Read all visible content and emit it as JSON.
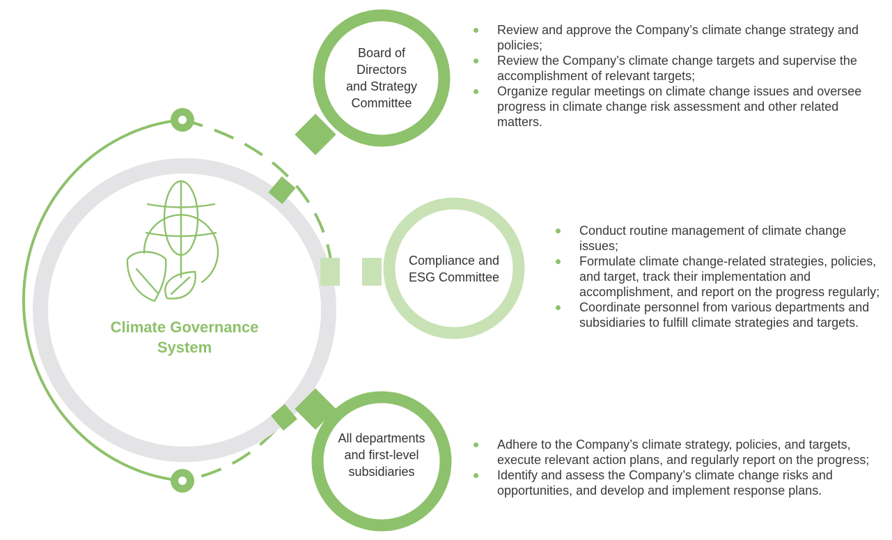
{
  "colors": {
    "accent": "#8dc16b",
    "accent_light": "#c9e2b5",
    "ring_gray": "#e4e4e6"
  },
  "icons": [
    "globe-leaf-icon"
  ],
  "center": {
    "title_line1": "Climate Governance",
    "title_line2": "System"
  },
  "nodes": [
    {
      "id": "board",
      "label_lines": [
        "Board of",
        "Directors",
        "and Strategy",
        "Committee"
      ],
      "bullets": [
        "Review and approve the Company’s climate change strategy and policies;",
        "Review the Company’s climate change targets and supervise the accomplishment of relevant targets;",
        "Organize regular meetings on climate change issues and oversee progress in climate change risk assessment and other related matters."
      ]
    },
    {
      "id": "compliance",
      "label_lines": [
        "Compliance and",
        "ESG Committee"
      ],
      "bullets": [
        "Conduct routine management of climate change issues;",
        "Formulate climate change-related strategies, policies, and target, track their implementation and accomplishment, and report on the progress regularly;",
        "Coordinate personnel from various departments and subsidiaries to fulfill climate strategies and targets."
      ]
    },
    {
      "id": "departments",
      "label_lines": [
        "All departments",
        "and first-level",
        "subsidiaries"
      ],
      "bullets": [
        "Adhere to the Company’s climate strategy, policies, and targets, execute relevant action plans, and regularly report on the progress;",
        "Identify and assess the Company’s climate change risks and opportunities, and develop and implement response plans."
      ]
    }
  ]
}
